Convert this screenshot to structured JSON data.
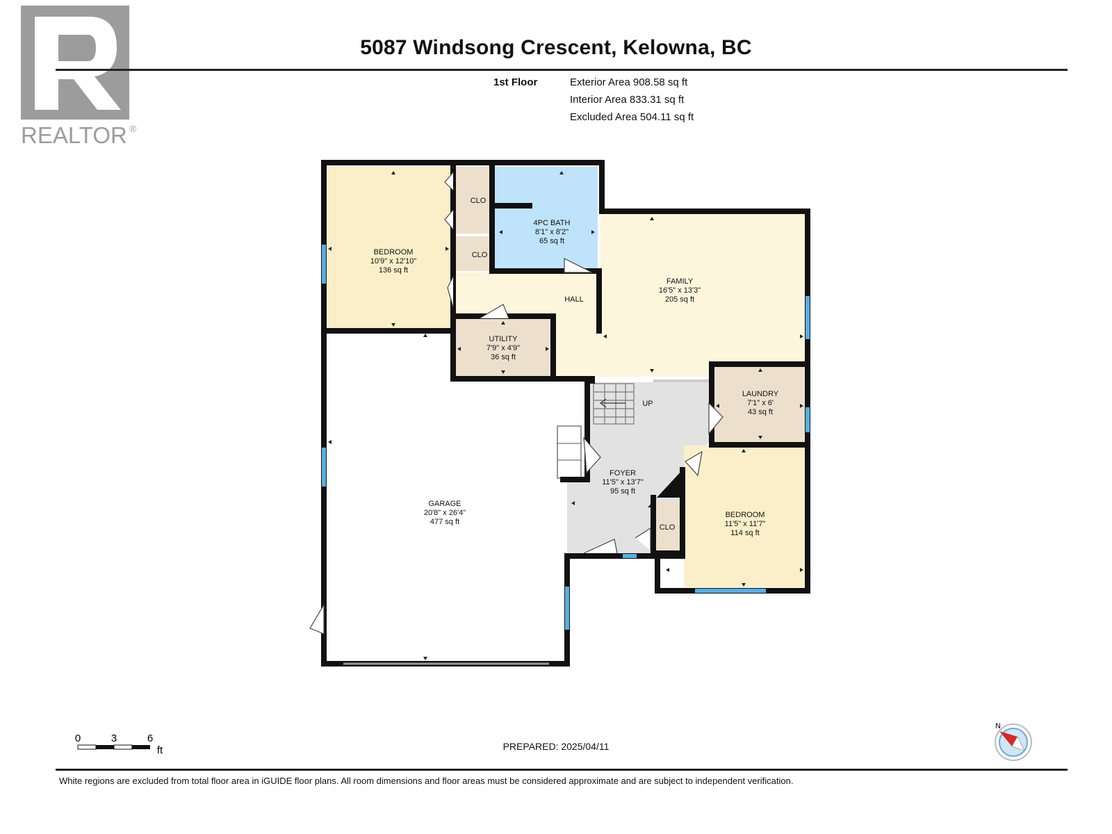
{
  "logo": {
    "text": "REALTOR",
    "mark": "®"
  },
  "header": {
    "title": "5087 Windsong Crescent, Kelowna, BC"
  },
  "areas": {
    "floor": "1st Floor",
    "exterior": "Exterior Area 908.58 sq ft",
    "interior": "Interior Area 833.31 sq ft",
    "excluded": "Excluded Area 504.11 sq ft"
  },
  "rooms": {
    "bedroom1": {
      "name": "BEDROOM",
      "dims": "10'9\" x 12'10\"",
      "area": "136 sq ft"
    },
    "clo1": {
      "name": "CLO"
    },
    "clo2": {
      "name": "CLO"
    },
    "bath": {
      "name": "4PC BATH",
      "dims": "8'1\" x 8'2\"",
      "area": "65 sq ft"
    },
    "family": {
      "name": "FAMILY",
      "dims": "16'5\" x 13'3\"",
      "area": "205 sq ft"
    },
    "hall": {
      "name": "HALL"
    },
    "utility": {
      "name": "UTILITY",
      "dims": "7'9\" x 4'9\"",
      "area": "36 sq ft"
    },
    "laundry": {
      "name": "LAUNDRY",
      "dims": "7'1\" x 6'",
      "area": "43 sq ft"
    },
    "stairs": {
      "name": "UP"
    },
    "foyer": {
      "name": "FOYER",
      "dims": "11'5\" x 13'7\"",
      "area": "95 sq ft"
    },
    "clo3": {
      "name": "CLO"
    },
    "bedroom2": {
      "name": "BEDROOM",
      "dims": "11'5\" x 11'7\"",
      "area": "114 sq ft"
    },
    "garage": {
      "name": "GARAGE",
      "dims": "20'8\" x 26'4\"",
      "area": "477 sq ft"
    }
  },
  "scale": {
    "ticks": [
      "0",
      "3",
      "6"
    ],
    "unit": "ft"
  },
  "compass": {
    "north": "N"
  },
  "footer": {
    "prepared": "PREPARED: 2025/04/11",
    "disclaimer": "White regions are excluded from total floor area in iGUIDE floor plans. All room dimensions and floor areas must be considered approximate and are subject to independent verification."
  },
  "colors": {
    "bedroom": "#fbefc9",
    "family": "#fdf6dd",
    "bath": "#bfe3fb",
    "utility": "#ece0cd",
    "foyer": "#e2e2e2",
    "wall": "#111111",
    "window": "#5aaee0"
  }
}
